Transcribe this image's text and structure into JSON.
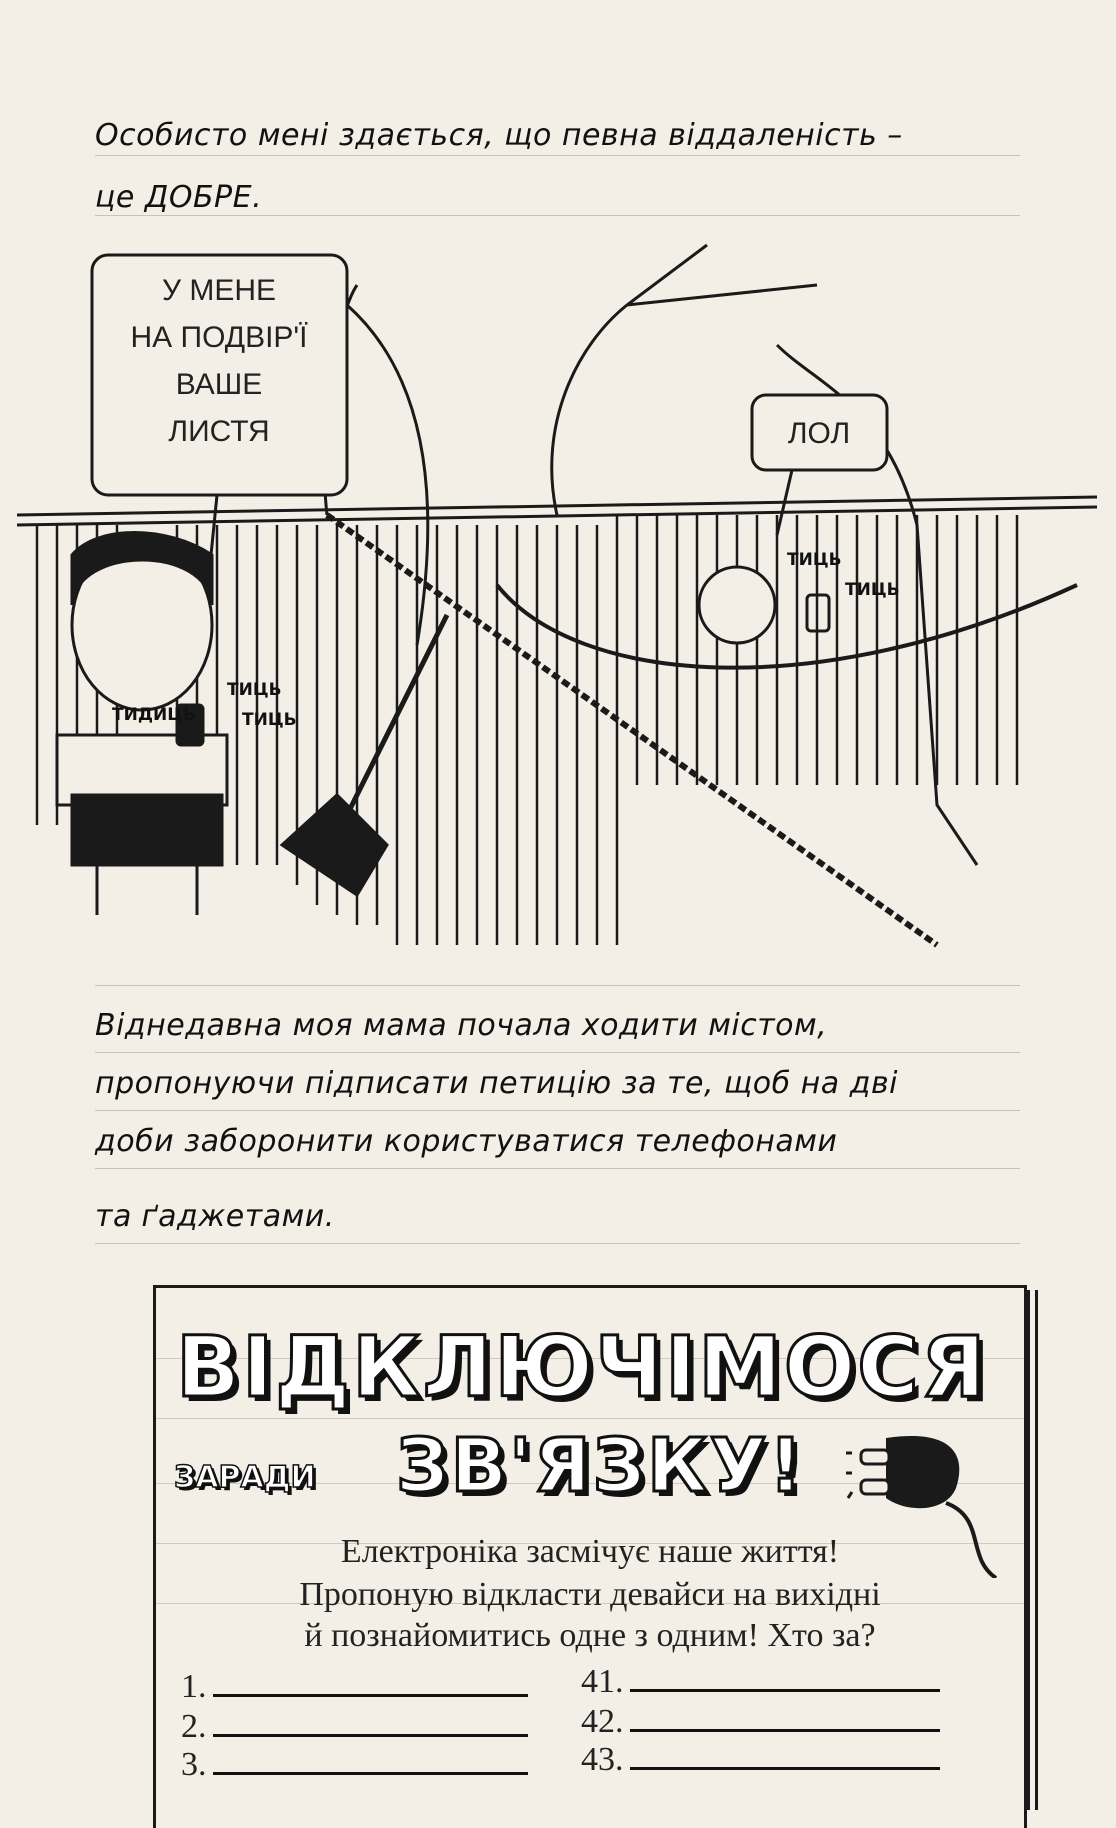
{
  "paragraph1": [
    "Особисто мені здається, що певна віддаленість –",
    "це ДОБРЕ."
  ],
  "illustration": {
    "speech_bubble_neighbor": [
      "У МЕНЕ",
      "НА ПОДВІР'Ї",
      "ВАШЕ",
      "ЛИСТЯ"
    ],
    "speech_bubble_greg": "ЛОЛ",
    "sfx_greg": [
      "ТИЦЬ",
      "ТИЦЬ"
    ],
    "sfx_neighbor": [
      "ТИДИЦЬ",
      "ТИЦЬ",
      "ТИЦЬ"
    ]
  },
  "paragraph2": [
    "Віднедавна моя мама почала ходити містом,",
    "пропонуючи підписати петицію за те, щоб на дві",
    "доби заборонити користуватися телефонами",
    "та ґаджетами."
  ],
  "poster": {
    "title_line1": "ВІДКЛЮЧІМОСЯ",
    "title_small": "ЗАРАДИ",
    "title_line2": "ЗВ'ЯЗКУ!",
    "body": [
      "Електроніка засмічує наше життя!",
      "Пропоную відкласти девайси на вихідні",
      "й познайомитись одне з одним! Хто за?"
    ],
    "entries_left": [
      "1.",
      "2.",
      "3."
    ],
    "entries_right": [
      "41.",
      "42.",
      "43."
    ],
    "plug_icon": "electric-plug-icon"
  }
}
